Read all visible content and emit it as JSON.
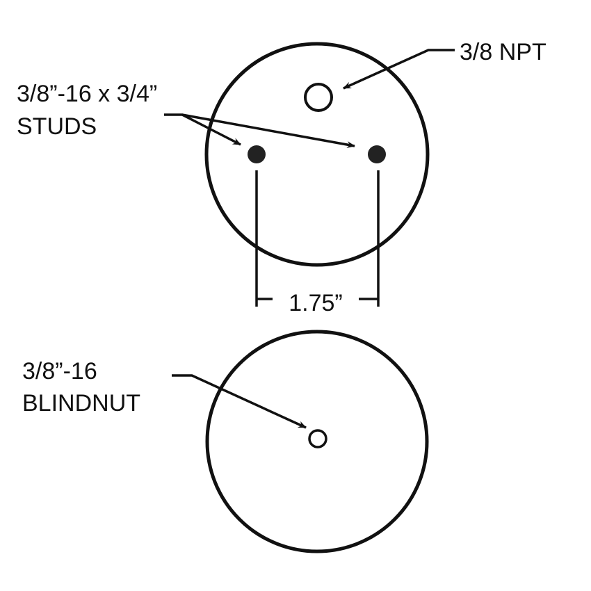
{
  "diagram": {
    "type": "mounting-plate-drawing",
    "colors": {
      "background": "#ffffff",
      "stroke": "#111111",
      "stud_fill": "#222222"
    },
    "top_plate": {
      "labels": {
        "npt_port": "3/8 NPT",
        "studs_line1": "3/8”-16 x 3/4”",
        "studs_line2": "STUDS"
      },
      "dimension": "1.75”"
    },
    "bottom_plate": {
      "labels": {
        "blindnut_line1": "3/8”-16",
        "blindnut_line2": "BLINDNUT"
      }
    }
  }
}
